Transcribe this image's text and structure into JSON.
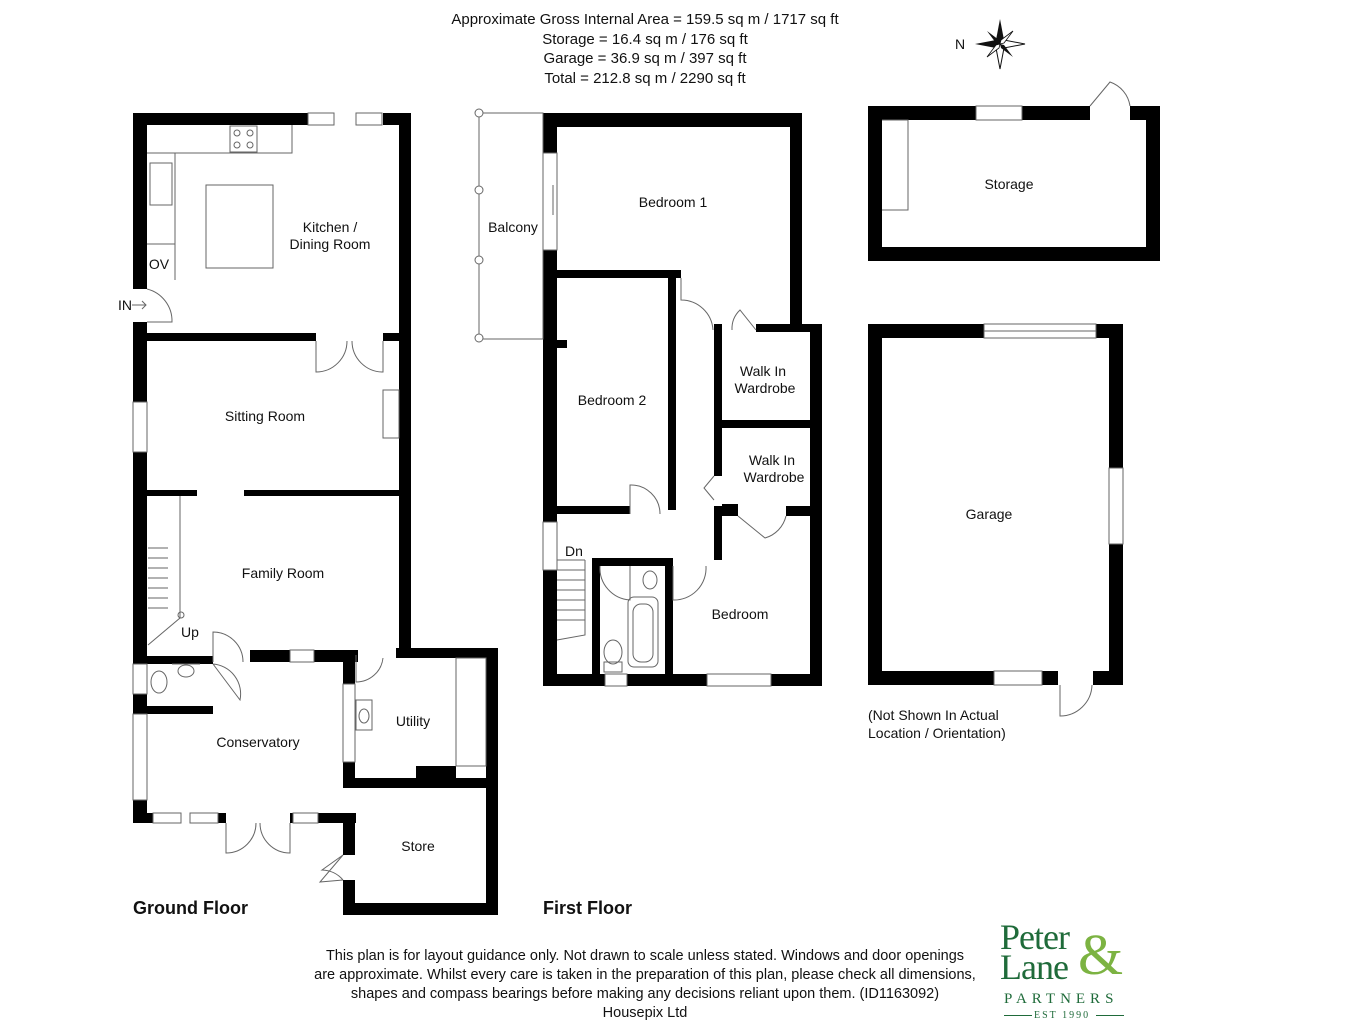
{
  "header": {
    "line1": "Approximate Gross Internal Area = 159.5 sq m / 1717 sq ft",
    "line2": "Storage = 16.4 sq m / 176 sq ft",
    "line3": "Garage = 36.9 sq m / 397 sq ft",
    "line4": "Total = 212.8 sq m / 2290 sq ft"
  },
  "compass": {
    "label": "N"
  },
  "ground_floor": {
    "title": "Ground Floor",
    "rooms": {
      "kitchen_line1": "Kitchen /",
      "kitchen_line2": "Dining Room",
      "sitting": "Sitting Room",
      "family": "Family Room",
      "conservatory": "Conservatory",
      "utility": "Utility",
      "store": "Store"
    },
    "oven": "OV",
    "entrance": "IN",
    "stairs_up": "Up"
  },
  "first_floor": {
    "title": "First Floor",
    "rooms": {
      "bedroom1": "Bedroom 1",
      "bedroom2": "Bedroom 2",
      "bedroom": "Bedroom",
      "balcony": "Balcony",
      "wardrobe_a1": "Walk In",
      "wardrobe_a2": "Wardrobe",
      "wardrobe_b1": "Walk In",
      "wardrobe_b2": "Wardrobe"
    },
    "stairs_down": "Dn"
  },
  "outbuildings": {
    "storage": "Storage",
    "garage": "Garage",
    "note_line1": "(Not Shown In Actual",
    "note_line2": "Location / Orientation)"
  },
  "disclaimer": {
    "line1": "This plan is for layout guidance only. Not drawn to scale unless stated. Windows and door openings",
    "line2": "are approximate. Whilst every care is taken in the preparation of this plan, please check all dimensions,",
    "line3": "shapes and compass bearings before making any decisions reliant upon them. (ID1163092)",
    "line4": "Housepix Ltd"
  },
  "logo": {
    "word1": "Peter",
    "ampersand": "&",
    "word2": "Lane",
    "word3": "PARTNERS",
    "est": "EST 1990"
  },
  "colors": {
    "wall": "#000000",
    "logo_green": "#1f6b3a",
    "logo_lime": "#7cb342"
  }
}
